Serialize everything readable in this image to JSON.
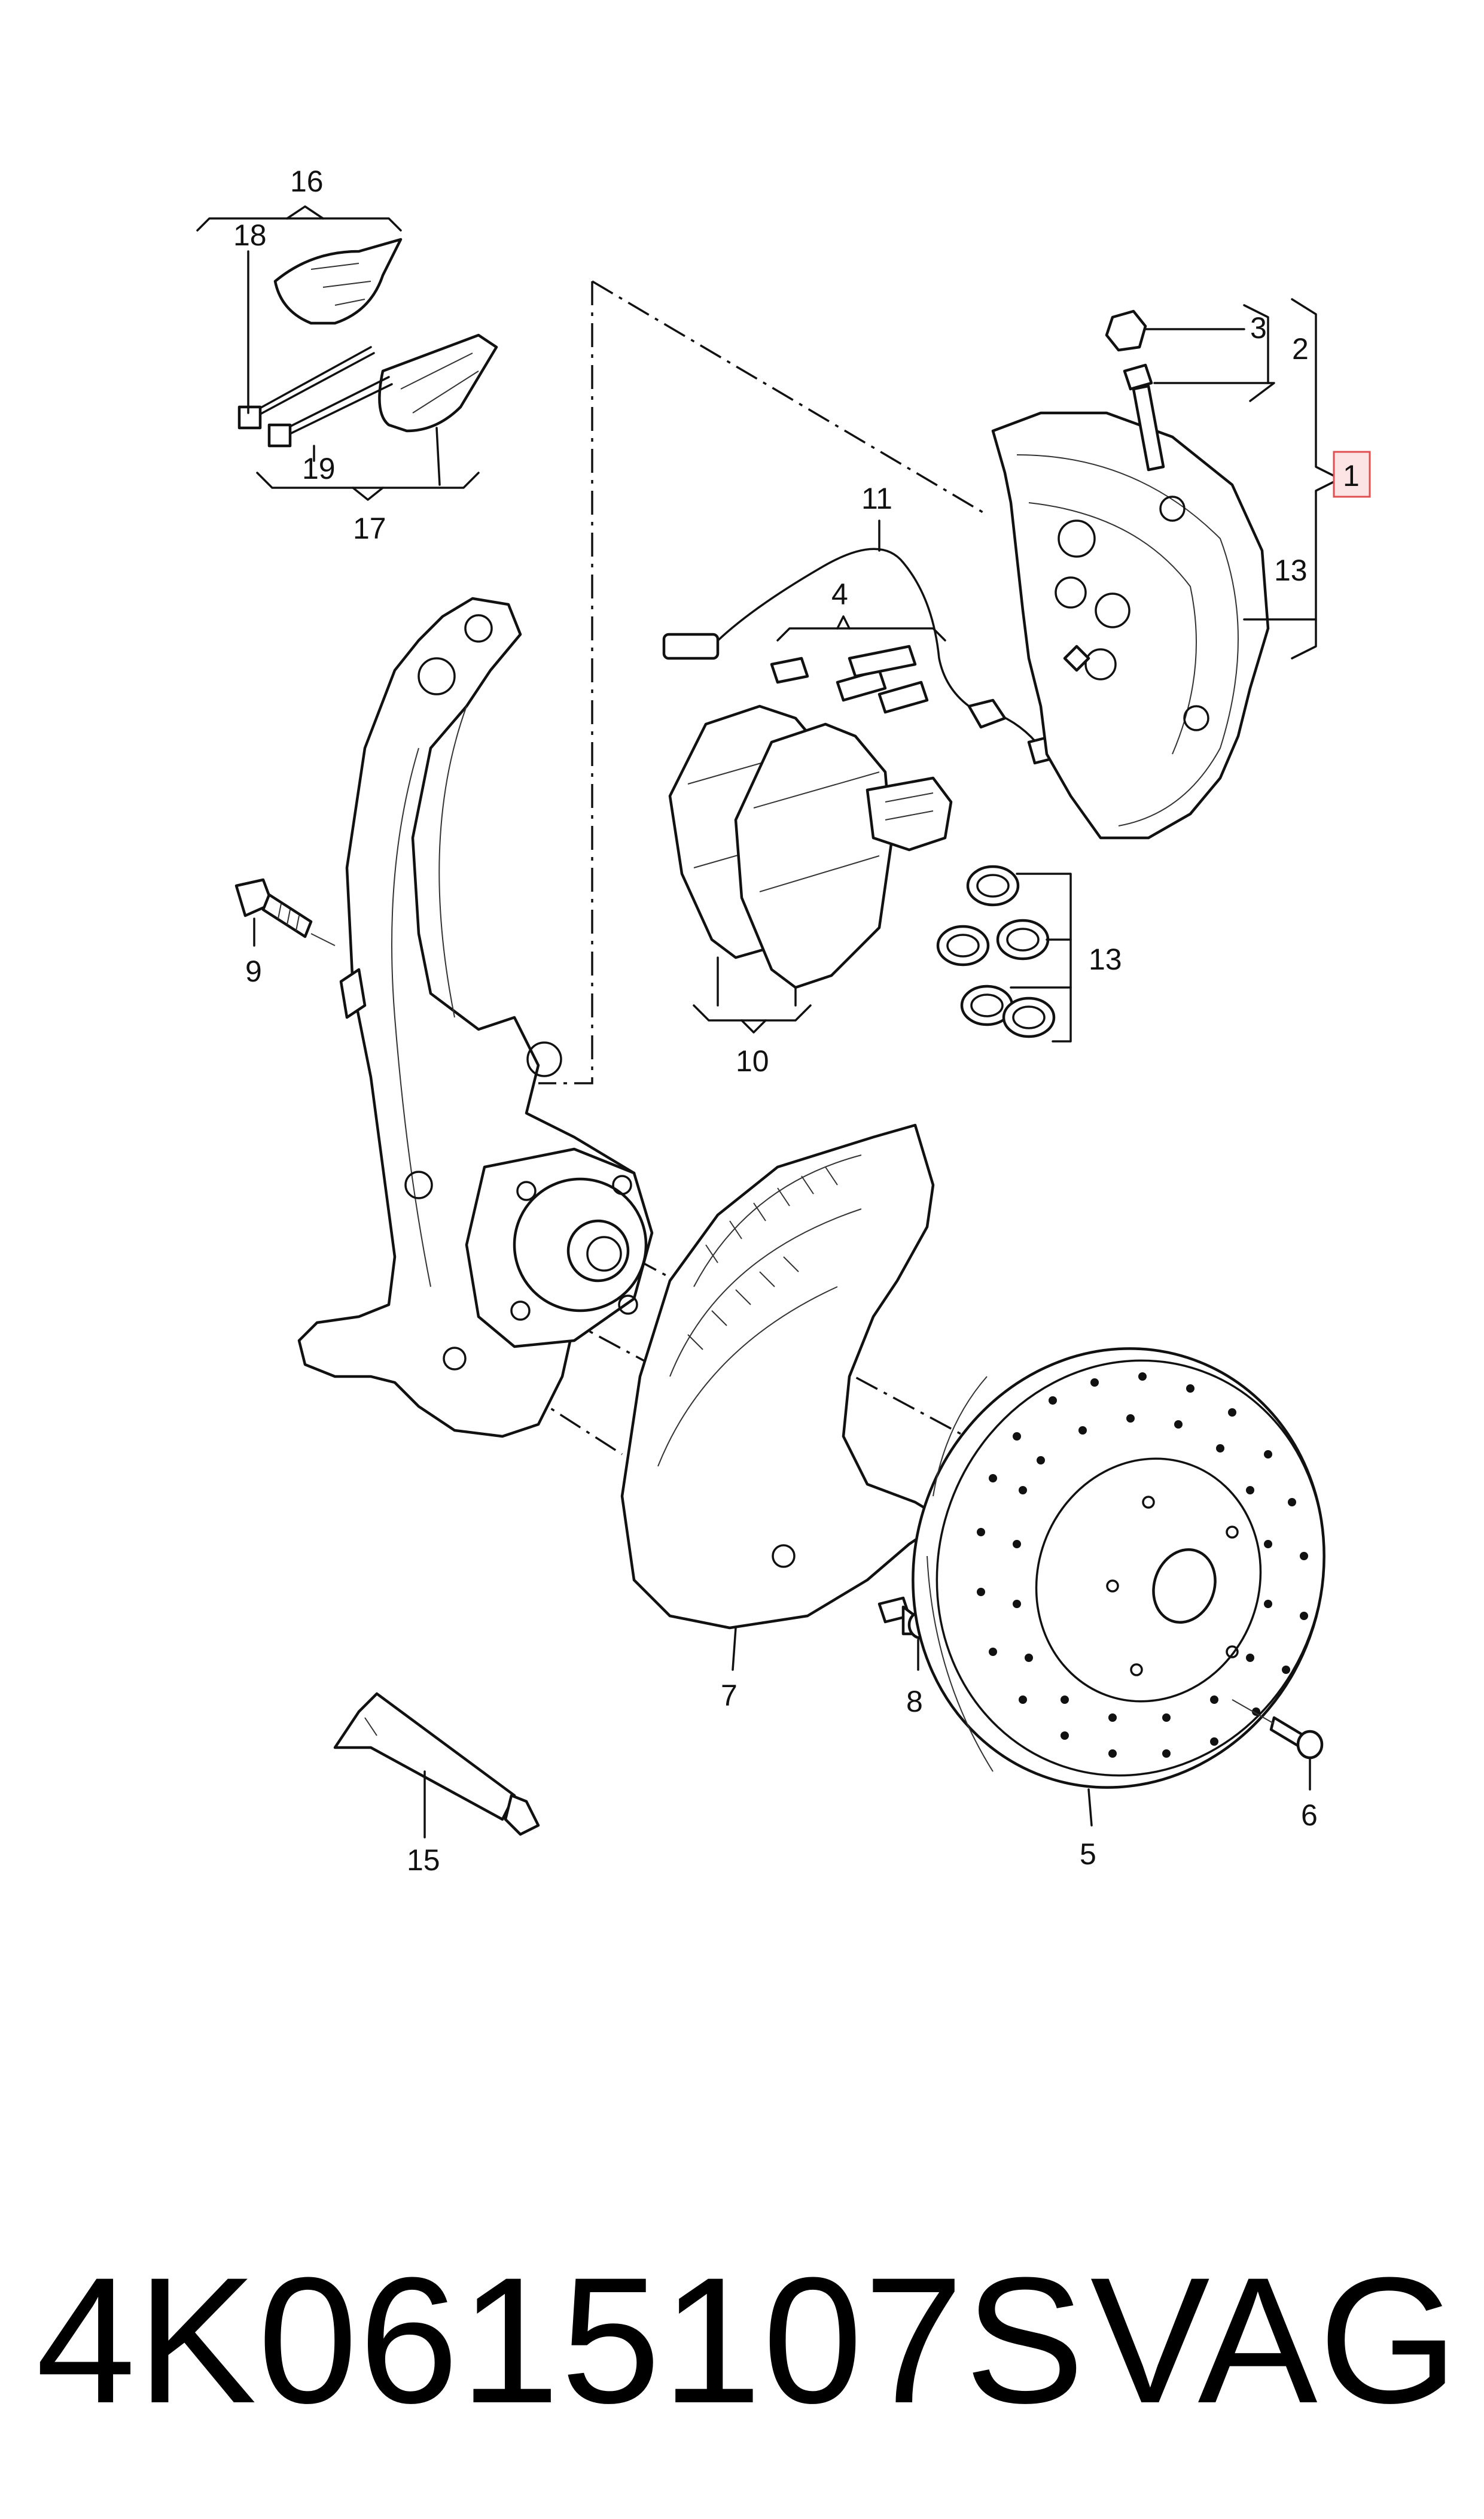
{
  "labels": {
    "l1": "1",
    "l2": "2",
    "l3": "3",
    "l4": "4",
    "l5": "5",
    "l6": "6",
    "l7": "7",
    "l8": "8",
    "l9": "9",
    "l10": "10",
    "l11": "11",
    "l13a": "13",
    "l13b": "13",
    "l15": "15",
    "l16": "16",
    "l17": "17",
    "l18": "18",
    "l19": "19"
  },
  "caption": {
    "part_number": "4K0615107S",
    "brand": "VAG"
  },
  "highlight_color": "#e05050"
}
